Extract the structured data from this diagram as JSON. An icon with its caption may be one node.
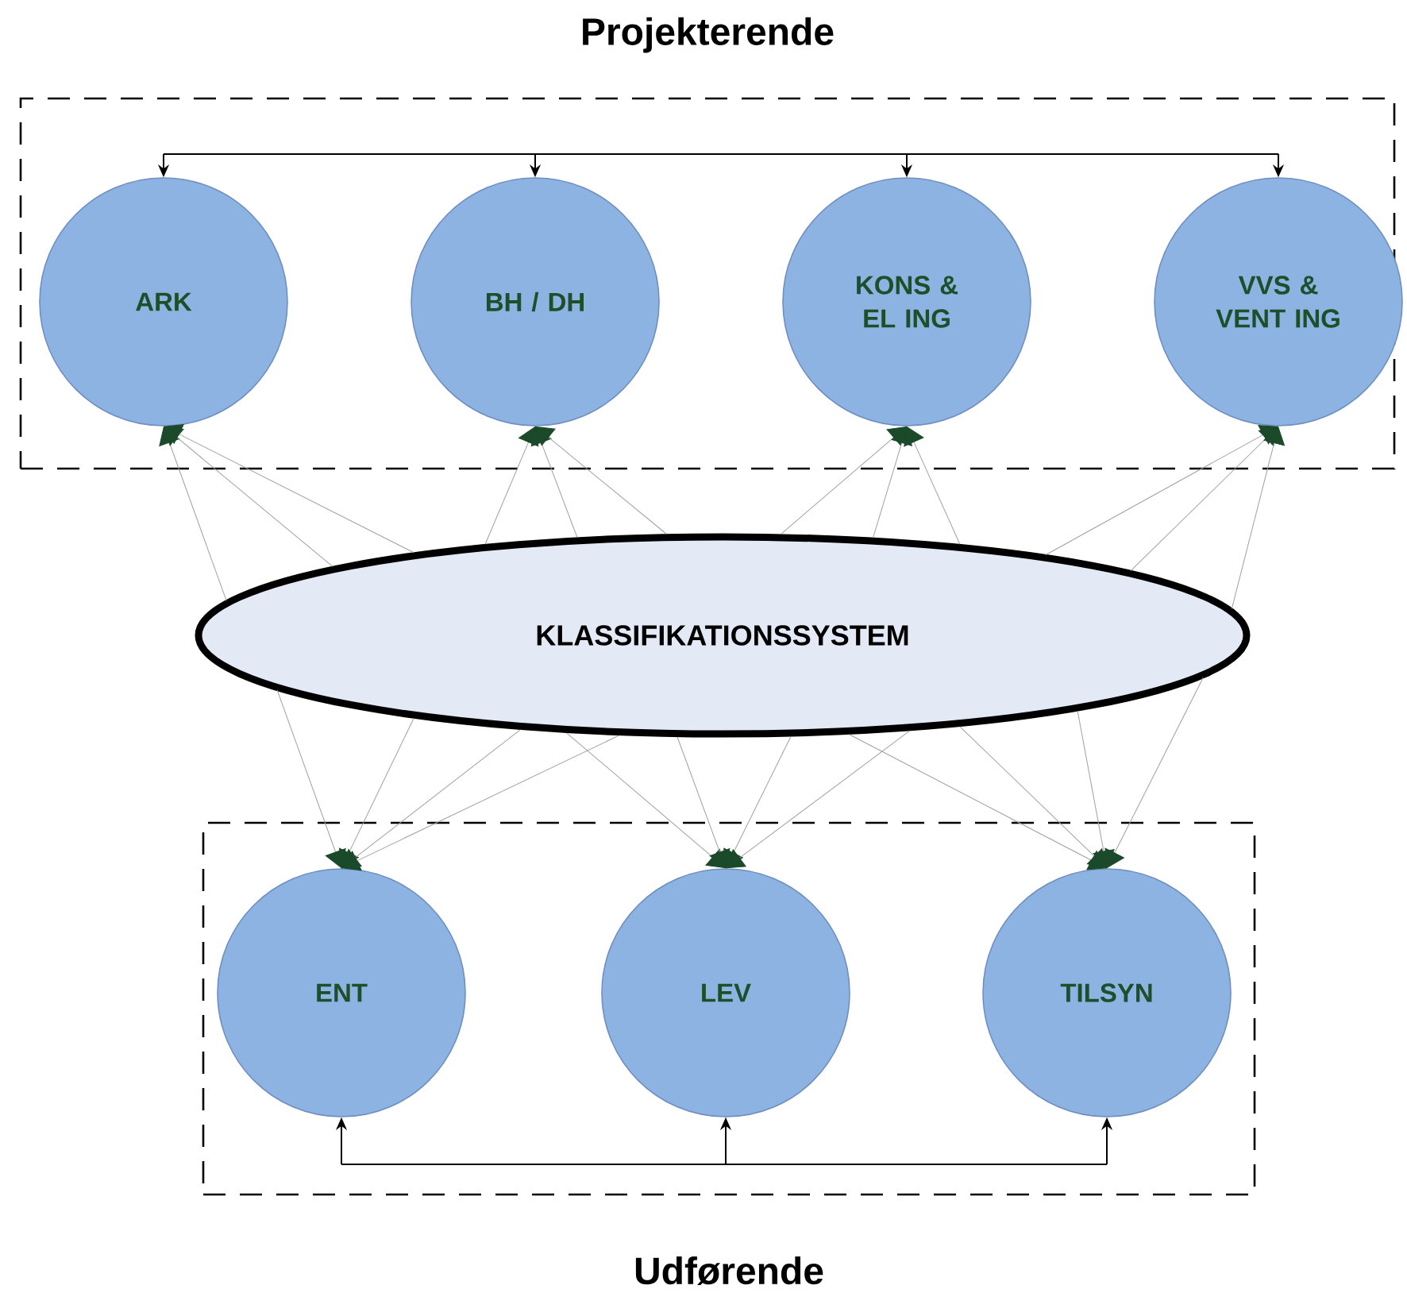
{
  "diagram": {
    "nodes": [
      {
        "text": [
          "Projekterende"
        ]
      },
      {
        "text": [
          "ARK"
        ],
        "in": 0
      },
      {
        "text": [
          "BH / DH"
        ],
        "in": 0
      },
      {
        "text": [
          "KONS & EL ING"
        ],
        "in": 0
      },
      {
        "text": [
          "VVS & VENT ING"
        ],
        "in": 0
      },
      {
        "text": [
          "KLASSIFIKATIONSSYSTEM"
        ]
      },
      {
        "text": [
          "Udførende"
        ]
      },
      {
        "text": [
          "ENT"
        ],
        "in": 6
      },
      {
        "text": [
          "LEV"
        ],
        "in": 6
      },
      {
        "text": [
          "TILSYN"
        ],
        "in": 6
      }
    ],
    "edges": [
      {
        "from": null,
        "to": 1,
        "arrow": "to",
        "color": "#000000"
      },
      {
        "from": null,
        "to": 2,
        "arrow": "to",
        "color": "#000000"
      },
      {
        "from": null,
        "to": 3,
        "arrow": "to",
        "color": "#000000"
      },
      {
        "from": null,
        "to": 4,
        "arrow": "to",
        "color": "#000000"
      },
      {
        "from": 5,
        "to": 1,
        "arrow": "to"
      },
      {
        "from": 5,
        "to": 1,
        "arrow": "to"
      },
      {
        "from": 5,
        "to": 1,
        "arrow": "to"
      },
      {
        "from": 5,
        "to": 2,
        "arrow": "to"
      },
      {
        "from": 5,
        "to": 2,
        "arrow": "to"
      },
      {
        "from": 5,
        "to": 2,
        "arrow": "to"
      },
      {
        "from": 5,
        "to": 3,
        "arrow": "to"
      },
      {
        "from": 5,
        "to": 3,
        "arrow": "to"
      },
      {
        "from": 5,
        "to": 3,
        "arrow": "to"
      },
      {
        "from": 5,
        "to": 4,
        "arrow": "to"
      },
      {
        "from": 5,
        "to": 4,
        "arrow": "to"
      },
      {
        "from": 5,
        "to": 4,
        "arrow": "to"
      },
      {
        "from": 5,
        "to": 7,
        "arrow": "to"
      },
      {
        "from": 5,
        "to": 7,
        "arrow": "to"
      },
      {
        "from": 5,
        "to": 7,
        "arrow": "to"
      },
      {
        "from": 5,
        "to": 7,
        "arrow": "to"
      },
      {
        "from": 5,
        "to": 8,
        "arrow": "to"
      },
      {
        "from": 5,
        "to": 8,
        "arrow": "to"
      },
      {
        "from": 5,
        "to": 8,
        "arrow": "to"
      },
      {
        "from": 5,
        "to": 8,
        "arrow": "to"
      },
      {
        "from": 5,
        "to": 9,
        "arrow": "to"
      },
      {
        "from": 5,
        "to": 9,
        "arrow": "to"
      },
      {
        "from": 5,
        "to": 9,
        "arrow": "to"
      },
      {
        "from": 5,
        "to": 9,
        "arrow": "to"
      },
      {
        "from": null,
        "to": 7,
        "arrow": "to",
        "color": "#000000"
      },
      {
        "from": null,
        "to": 8,
        "arrow": "to",
        "color": "#000000"
      },
      {
        "from": null,
        "to": 9,
        "arrow": "to",
        "color": "#000000"
      }
    ]
  }
}
